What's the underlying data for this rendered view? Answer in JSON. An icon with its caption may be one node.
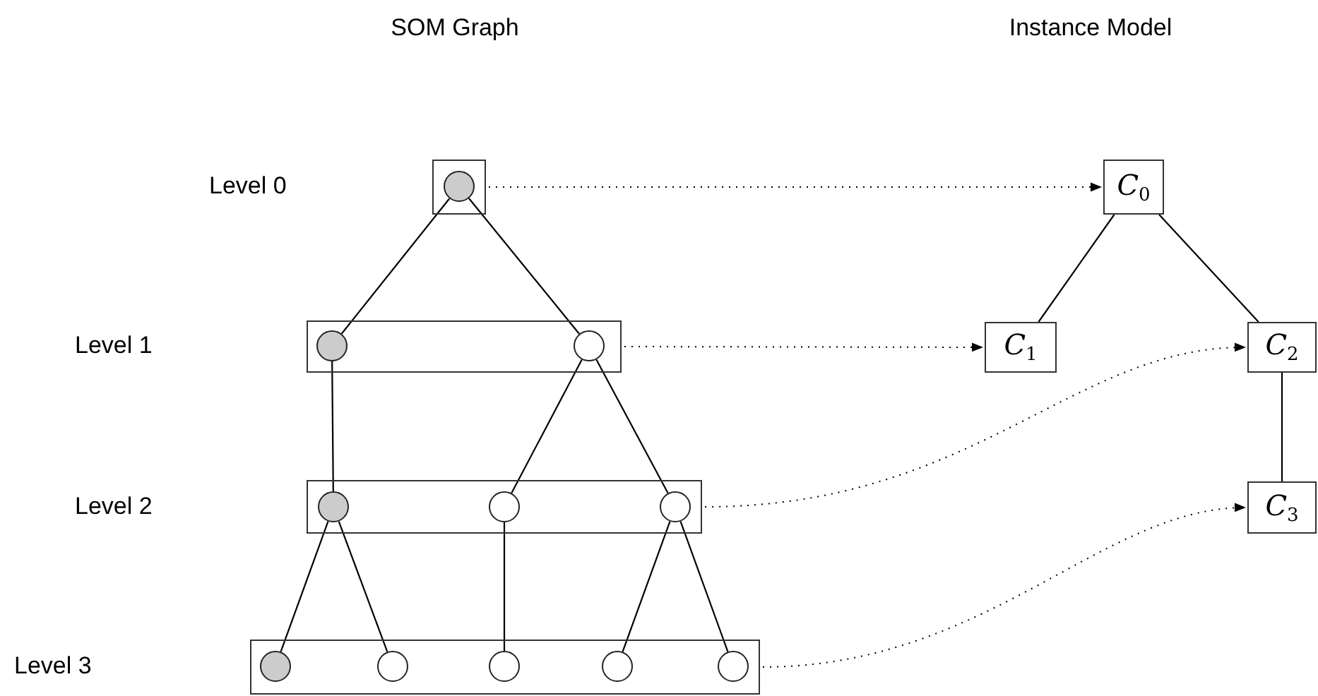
{
  "diagram": {
    "nodes": [
      {
        "text": [],
        "shape": "box"
      },
      {
        "text": [],
        "shape": "circle",
        "in": 0
      },
      {
        "text": [],
        "shape": "box"
      },
      {
        "text": [],
        "shape": "circle",
        "in": 2
      },
      {
        "text": [],
        "shape": "circle",
        "in": 2
      },
      {
        "text": [],
        "shape": "box"
      },
      {
        "text": [],
        "shape": "circle",
        "in": 5
      },
      {
        "text": [],
        "shape": "circle",
        "in": 5
      },
      {
        "text": [],
        "shape": "circle",
        "in": 5
      },
      {
        "text": [],
        "shape": "box"
      },
      {
        "text": [],
        "shape": "circle",
        "in": 9
      },
      {
        "text": [],
        "shape": "circle",
        "in": 9
      },
      {
        "text": [],
        "shape": "circle",
        "in": 9
      },
      {
        "text": [],
        "shape": "circle",
        "in": 9
      },
      {
        "text": [],
        "shape": "circle",
        "in": 9
      },
      {
        "text": [
          "*C*$_{0}$"
        ]
      },
      {
        "text": [
          "*C*$_{1}$"
        ]
      },
      {
        "text": [
          "*C*$_{2}$"
        ]
      },
      {
        "text": [
          "*C*$_{3}$"
        ]
      }
    ],
    "edges": [
      {
        "from": 1,
        "to": 3,
        "arrow": "none"
      },
      {
        "from": 1,
        "to": 4,
        "arrow": "none"
      },
      {
        "from": 3,
        "to": 6,
        "arrow": "none"
      },
      {
        "from": 4,
        "to": 7,
        "arrow": "none"
      },
      {
        "from": 4,
        "to": 8,
        "arrow": "none"
      },
      {
        "from": 6,
        "to": 10,
        "arrow": "none"
      },
      {
        "from": 6,
        "to": 11,
        "arrow": "none"
      },
      {
        "from": 7,
        "to": 12,
        "arrow": "none"
      },
      {
        "from": 8,
        "to": 13,
        "arrow": "none"
      },
      {
        "from": 8,
        "to": 14,
        "arrow": "none"
      },
      {
        "from": 15,
        "to": 16,
        "arrow": "none"
      },
      {
        "from": 15,
        "to": 17,
        "arrow": "none"
      },
      {
        "from": 17,
        "to": 18,
        "arrow": "none"
      },
      {
        "from": 0,
        "to": 15,
        "arrow": "to",
        "style": "dashed"
      },
      {
        "from": 2,
        "to": 16,
        "arrow": "to",
        "style": "dashed"
      },
      {
        "from": 5,
        "to": 17,
        "arrow": "to",
        "style": "dashed"
      },
      {
        "from": 9,
        "to": 18,
        "arrow": "to",
        "style": "dashed"
      }
    ],
    "labels": [
      "SOM Graph",
      "Instance Model",
      "Level 0",
      "Level 1",
      "Level 2",
      "Level 3"
    ]
  }
}
